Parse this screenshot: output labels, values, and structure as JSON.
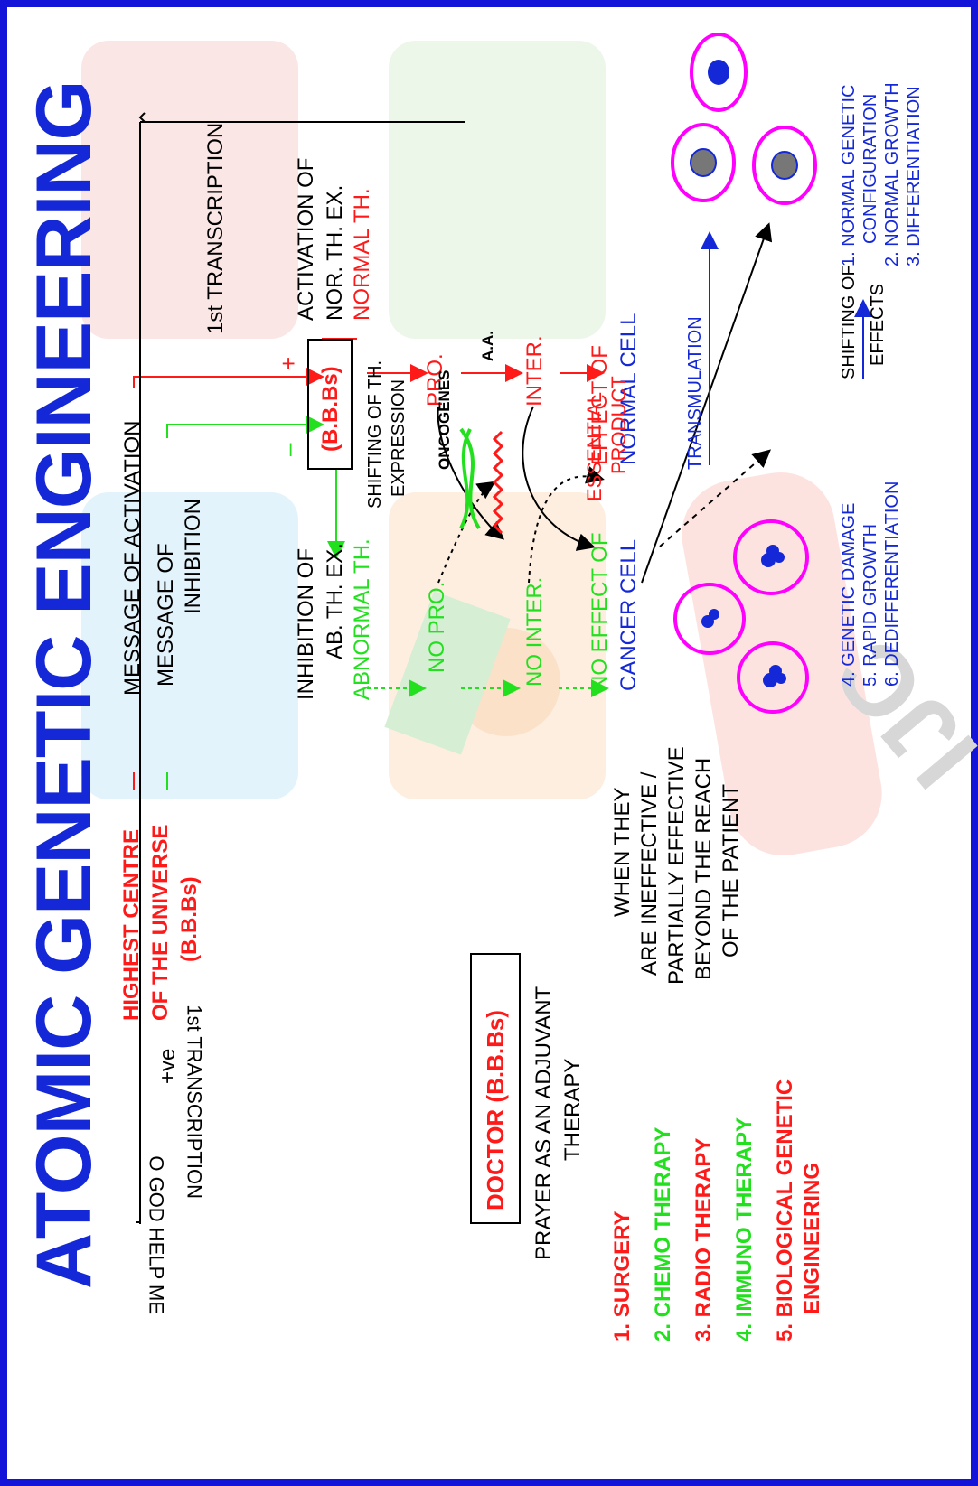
{
  "title": {
    "part1": "ATOMIC",
    "part2": "GENETIC",
    "part3": "ENGINEERING"
  },
  "colors": {
    "border": "#1414d8",
    "red": "#ff1a1a",
    "green": "#22e01e",
    "blue": "#1428d8",
    "magenta": "#ff00ff"
  },
  "source": {
    "line1": "HIGHEST CENTRE",
    "line2": "OF THE UNIVERSE",
    "line3": "(B.B.Bs)"
  },
  "messages": {
    "activation": "MESSAGE OF ACTIVATION",
    "inhibition_1": "MESSAGE OF",
    "inhibition_2": "INHIBITION",
    "plus": "+",
    "minus": "–",
    "first_transcription": "1st TRANSCRIPTION"
  },
  "center_box": {
    "label": "(B.B.Bs)",
    "shift_1": "SHIFTING OF TH.",
    "shift_2": "EXPRESSION"
  },
  "normal_path": {
    "activation_1": "ACTIVATION OF",
    "activation_2": "NOR. TH. EX.",
    "normal_th": "NORMAL TH.",
    "pro": "PRO.",
    "inter": "INTER.",
    "effect_1": "EFFECT OF",
    "effect_2": "NORMAL CELL"
  },
  "abnormal_path": {
    "inhibition_1": "INHIBITION OF",
    "inhibition_2": "AB. TH. EX.",
    "abnormal_th": "ABNORMAL TH.",
    "no_pro": "NO PRO.",
    "no_inter": "NO INTER.",
    "no_effect_1": "NO EFFECT OF",
    "no_effect_2": "CANCER CELL"
  },
  "middle": {
    "oncogenes": "ONCOGENES",
    "aa": "A.A.",
    "essential_1": "ESSENTIAL",
    "essential_2": "PRODUCT",
    "transmulation": "TRANSMULATION",
    "shifting_1": "SHIFTING OF",
    "shifting_2": "EFFECTS"
  },
  "normal_effects": [
    "1. NORMAL GENETIC",
    "CONFIGURATION",
    "2. NORMAL GROWTH",
    "3. DIFFERENTIATION"
  ],
  "cancer_effects": [
    "4. GENETIC DAMAGE",
    "5. RAPID GROWTH",
    "6. DEDIFFERENTIATION"
  ],
  "doctor": {
    "label": "DOCTOR (B.B.Bs)",
    "plus_ve": "+ve",
    "first_transcription": "1st TRANSCRIPTION",
    "prayer_line": "O GOD HELP ME",
    "prayer_1": "PRAYER AS AN ADJUVANT",
    "prayer_2": "THERAPY"
  },
  "when_they": [
    "WHEN THEY",
    "ARE INEFFECTIVE /",
    "PARTIALLY EFFECTIVE",
    "BEYOND THE REACH",
    "OF THE PATIENT"
  ],
  "therapies": [
    {
      "label": "1. SURGERY",
      "color": "red"
    },
    {
      "label": "2. CHEMO THERAPY",
      "color": "green"
    },
    {
      "label": "3. RADIO THERAPY",
      "color": "red"
    },
    {
      "label": "4. IMMUNO THERAPY",
      "color": "green"
    },
    {
      "label": "5. BIOLOGICAL GENETIC",
      "color": "red"
    },
    {
      "label": "ENGINEERING",
      "color": "red"
    }
  ],
  "watermark": {
    "text": "IJC"
  }
}
